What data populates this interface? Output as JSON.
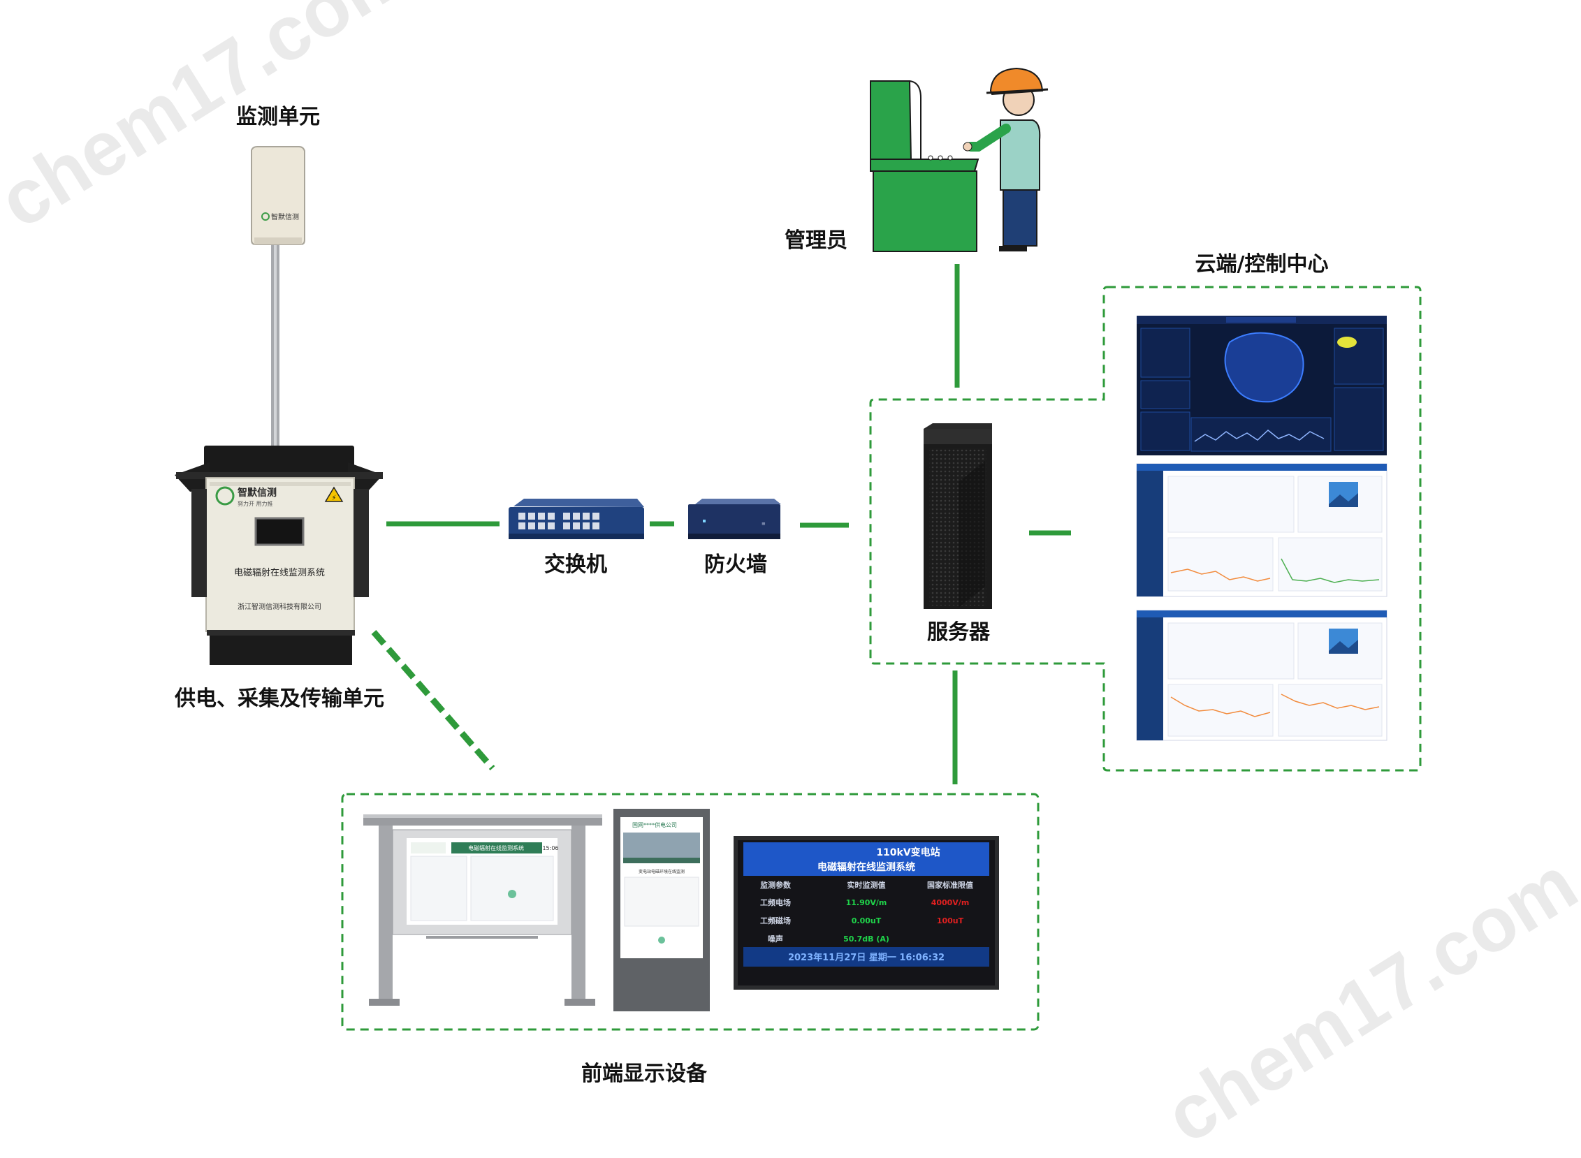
{
  "colors": {
    "link_green": "#2e9a3a",
    "admin_green": "#2aa34a",
    "dashboard_dark": "#0c1a3a",
    "screen_blue": "#1e57c8",
    "screen_red": "#e02020",
    "screen_green": "#1fd34a"
  },
  "labels": {
    "monitoring_unit": "监测单元",
    "power_unit": "供电、采集及传输单元",
    "switch": "交换机",
    "firewall": "防火墙",
    "server": "服务器",
    "admin": "管理员",
    "cloud": "云端/控制中心",
    "front_display": "前端显示设备"
  },
  "cabinet": {
    "brand": "智默信测",
    "slogan": "努力开 用力推",
    "title": "电磁辐射在线监测系统",
    "company": "浙江智测信测科技有限公司"
  },
  "sensor": {
    "brand": "智默信测"
  },
  "led_screen": {
    "station": "110kV变电站",
    "system": "电磁辐射在线监测系统",
    "headers": [
      "监测参数",
      "实时监测值",
      "国家标准限值"
    ],
    "rows": [
      {
        "name": "工频电场",
        "value": "11.90V/m",
        "limit": "4000V/m"
      },
      {
        "name": "工频磁场",
        "value": "0.00uT",
        "limit": "100uT"
      },
      {
        "name": "噪声",
        "value": "50.7dB (A)",
        "limit": ""
      }
    ],
    "datetime": "2023年11月27日 星期一 16:06:32"
  },
  "board_screen": {
    "title": "电磁辐射在线监测系统",
    "time": "15:06"
  },
  "kiosk": {
    "title": "国网****供电公司",
    "subtitle": "变电站电磁环境在线监测"
  },
  "icons": [
    "monitor-sensor-icon",
    "cabinet-icon",
    "switch-icon",
    "firewall-icon",
    "server-icon",
    "administrator-icon",
    "dashboard-icon",
    "display-board-icon",
    "kiosk-icon",
    "led-screen-icon"
  ]
}
